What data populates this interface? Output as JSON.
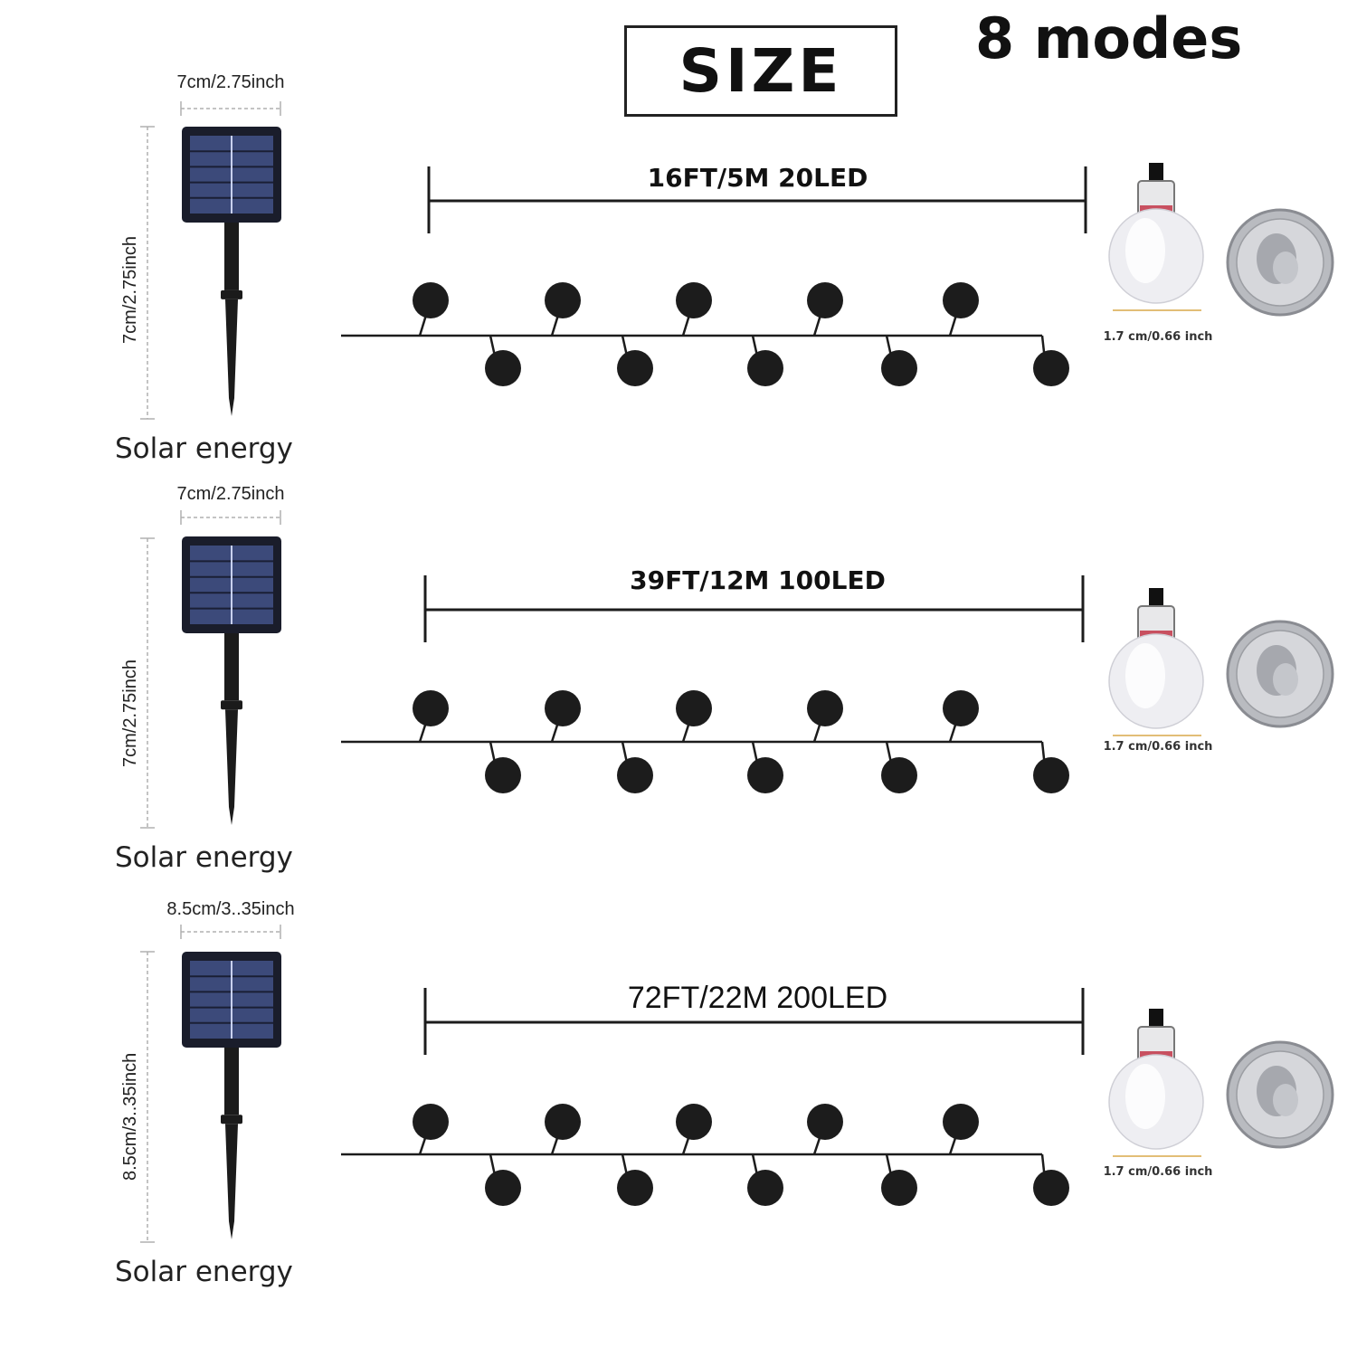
{
  "header": {
    "size_label": "SIZE",
    "modes_label": "8 modes"
  },
  "colors": {
    "led": "#1c1c1c",
    "wire": "#1c1c1c",
    "panel": "#1a1d2b",
    "panel_cell": "#3c4a7a",
    "dimension": "#b0b0b0",
    "bulb_arrow": "#d8a84a"
  },
  "rows": [
    {
      "panel_width": "7cm/2.75inch",
      "panel_height": "7cm/2.75inch",
      "length_label": "16FT/5M 20LED",
      "bulb_size": "1.7 cm/0.66 inch",
      "solar_label": "Solar energy"
    },
    {
      "panel_width": "7cm/2.75inch",
      "panel_height": "7cm/2.75inch",
      "length_label": "39FT/12M 100LED",
      "bulb_size": "1.7 cm/0.66 inch",
      "solar_label": "Solar energy"
    },
    {
      "panel_width": "8.5cm/3..35inch",
      "panel_height": "8.5cm/3..35inch",
      "length_label": "72FT/22M  200LED",
      "bulb_size": "1.7 cm/0.66 inch",
      "solar_label": "Solar energy"
    }
  ],
  "icons": {
    "solar_panel": "solar-panel-icon",
    "bulb": "globe-bulb-icon",
    "coin": "quarter-coin-icon"
  }
}
